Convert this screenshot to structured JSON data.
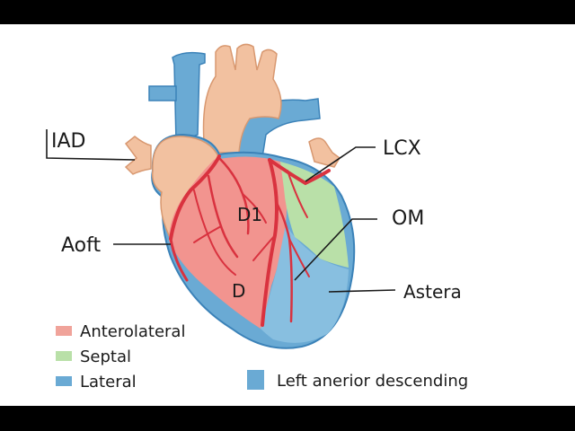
{
  "labels": {
    "iad": "IAD",
    "lcx": "LCX",
    "om": "OM",
    "aoft": "Aoft",
    "astera": "Astera",
    "d1": "D1",
    "d": "D"
  },
  "legend": {
    "items": [
      {
        "label": "Anterolateral",
        "color": "#f0a39a"
      },
      {
        "label": "Septal",
        "color": "#b9e0a8"
      },
      {
        "label": "Lateral",
        "color": "#6aaad4"
      }
    ],
    "extra": {
      "label": "Left anerior descending",
      "color": "#6aaad4"
    }
  },
  "colors": {
    "vessel_blue": "#6aaad4",
    "vessel_tan": "#f2c1a0",
    "artery_red": "#d9323f",
    "territory_red": "#f2948f",
    "territory_green": "#b9e0a8",
    "territory_blue": "#88bfe0"
  }
}
